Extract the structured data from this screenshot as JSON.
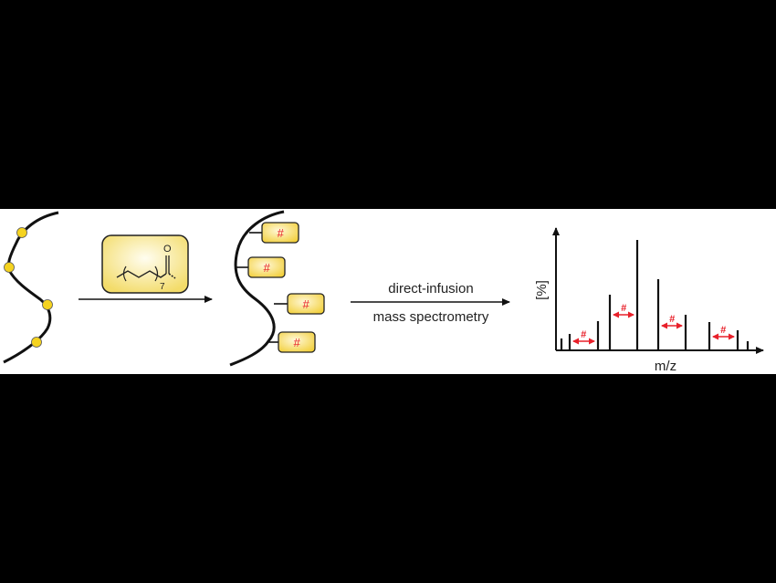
{
  "figure": {
    "background_color": "#000000",
    "panel_color": "#ffffff",
    "accent_color": "#f5d320",
    "box_fill": "#f8e9a0",
    "highlight_color": "#e8202a"
  },
  "step1": {
    "reagent_subscript": "7",
    "reagent_oxygen": "O"
  },
  "step2": {
    "tag_label": "#",
    "tags": [
      "#",
      "#",
      "#",
      "#"
    ]
  },
  "step3": {
    "arrow_label_top": "direct-infusion",
    "arrow_label_bottom": "mass spectrometry"
  },
  "spectrum": {
    "ylabel": "[%]",
    "xlabel": "m/z",
    "gap_label": "#"
  },
  "chart_data": {
    "type": "bar",
    "title": "",
    "xlabel": "m/z",
    "ylabel": "[%]",
    "x": [
      1,
      2,
      5,
      6.3,
      9.3,
      11.6,
      14.6,
      17.2,
      20.3,
      21.4
    ],
    "values": [
      10,
      12,
      26,
      52,
      100,
      66,
      46,
      25,
      19,
      8
    ],
    "gap_annotations": [
      "#",
      "#",
      "#",
      "#"
    ],
    "grid": false
  }
}
